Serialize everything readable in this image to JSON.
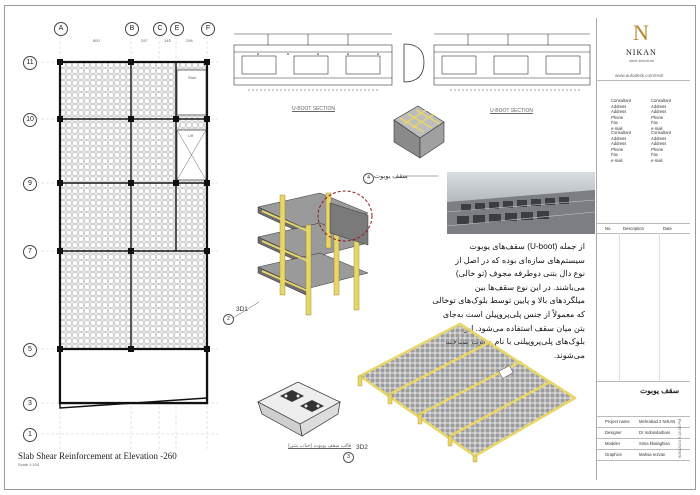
{
  "plan": {
    "grid_cols": [
      "A",
      "B",
      "C",
      "E",
      "F"
    ],
    "grid_rows": [
      "11",
      "10",
      "9",
      "7",
      "5",
      "3",
      "1"
    ],
    "title": "Slab Shear Reinforcement at Elevation -260",
    "scale": "Scale 1:100",
    "room1": "Stair",
    "room2": "Lift",
    "dims": [
      "800",
      "297",
      "145",
      "296"
    ]
  },
  "sections": {
    "left_label": "U-BOOT SECTION",
    "right_label": "U-BOOT SECTION"
  },
  "callouts": {
    "n4": "4",
    "n4_label": "سقف یوبوت",
    "n2": "2",
    "n2_label": "3D1",
    "n3": "3",
    "n3_label": "3D2",
    "mold_caption": "قالب سقف یوبوت (حباب بتنی)"
  },
  "description": [
    "از جمله (U-boot) سقف‌های یوبوت",
    "سیستم‌های سازه‌ای بوده که در اصل از",
    "نوع دال بتنی دوطرفه مجوف (تو خالی)",
    "می‌باشند. در این نوع سقف‌ها بین",
    "میلگردهای بالا و پایین توسط بلوک‌های توخالی",
    "که معمولاً از جنس پلی‌پروپیلن است به‌جای",
    "بتن میان سقف استفاده می‌شود. این",
    "بلوک‌های پلی‌پروپیلنی با نام یوبوت شناخته",
    "می‌شوند."
  ],
  "titleblock": {
    "logo_letter": "N",
    "logo_name": "NIKAN",
    "logo_sub": "steel structure",
    "website": "www.autodesk.com/revit",
    "consultants": [
      [
        "Consultant",
        "Address",
        "Address",
        "Phone",
        "Fax",
        "e-mail"
      ],
      [
        "Consultant",
        "Address",
        "Address",
        "Phone",
        "Fax",
        "e-mail"
      ],
      [
        "Consultant",
        "Address",
        "Address",
        "Phone",
        "Fax",
        "e-mail"
      ],
      [
        "Consultant",
        "Address",
        "Address",
        "Phone",
        "Fax",
        "e-mail"
      ]
    ],
    "rev_headers": [
      "No.",
      "Description",
      "Date"
    ],
    "sheet_title": "سقف یوبوت",
    "fields": [
      [
        "Project name",
        "Mehrabad 2 NIKAN"
      ],
      [
        "Designer",
        "Dr mobindarbani"
      ],
      [
        "Modeler",
        "Sima khalaghian"
      ],
      [
        "Graphics",
        "Mahsa rezvan"
      ]
    ],
    "side_date": "9/30/2024 6:18:38 PM"
  },
  "colors": {
    "beam_yellow": "#e8d66a",
    "slab_grey": "#8a8a8a",
    "dashed_red": "#8b1a1a"
  }
}
